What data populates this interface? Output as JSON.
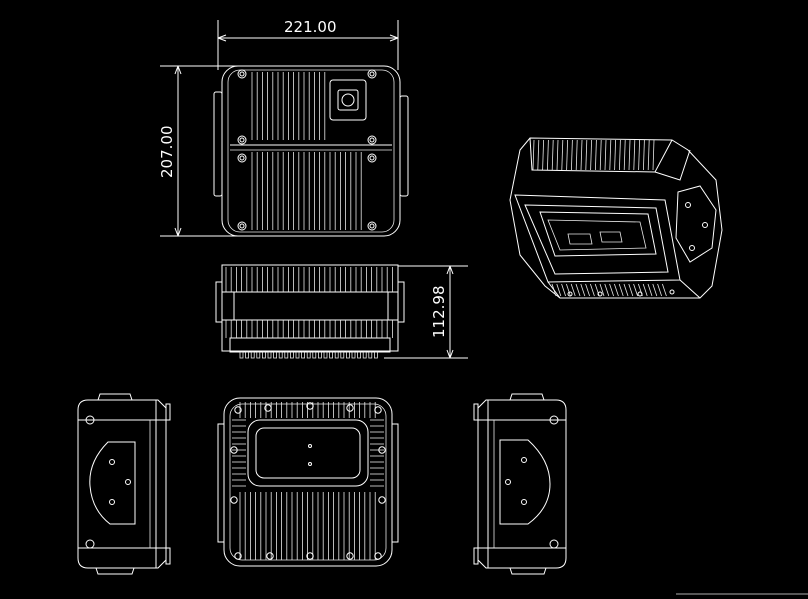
{
  "drawing": {
    "colors": {
      "background": "#000000",
      "lines": "#ffffff"
    },
    "dimensions": {
      "width": "221.00",
      "height": "207.00",
      "depth": "112.98"
    }
  }
}
